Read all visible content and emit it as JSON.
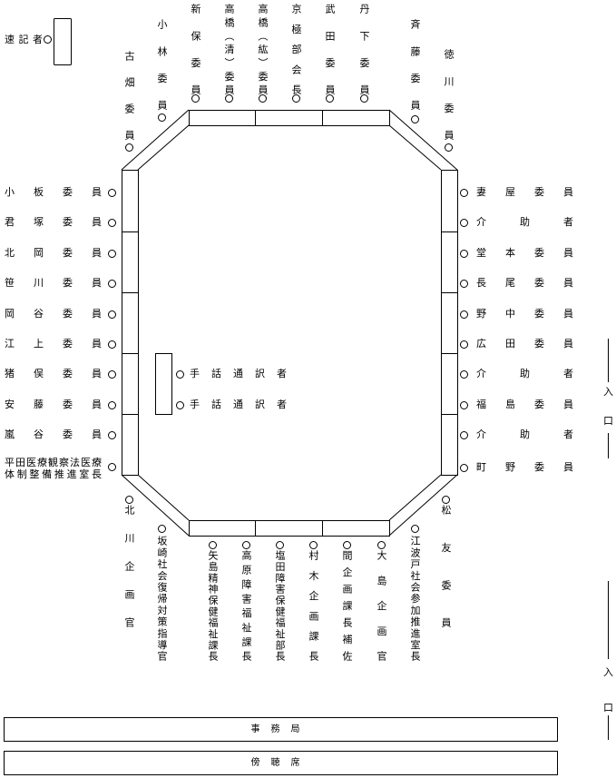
{
  "stenographer": "速記者",
  "top_seats": [
    {
      "name": "古畑委員"
    },
    {
      "name": "小林委員"
    },
    {
      "name": "新保委員"
    },
    {
      "name": "高橋（清）委員"
    },
    {
      "name": "高橋（紘）委員"
    },
    {
      "name": "京極部会長"
    },
    {
      "name": "武田委員"
    },
    {
      "name": "丹下委員"
    },
    {
      "name": "斉藤委員"
    },
    {
      "name": "徳川委員"
    }
  ],
  "left_seats": [
    "小板委員",
    "君塚委員",
    "北岡委員",
    "笹川委員",
    "岡谷委員",
    "江上委員",
    "猪俣委員",
    "安藤委員",
    "嵐谷委員"
  ],
  "left_bottom_seat": {
    "line1": "平田医療観察法医療",
    "line2": "体制整備推進室長"
  },
  "right_seats": [
    "妻屋委員",
    "介助者",
    "堂本委員",
    "長尾委員",
    "野中委員",
    "広田委員",
    "介助者",
    "福島委員",
    "介助者",
    "町野委員"
  ],
  "interpreters": [
    "手話通訳者",
    "手話通訳者"
  ],
  "bottom_seats": [
    {
      "name": "北川企画官"
    },
    {
      "name": "坂崎社会復帰対策指導官"
    },
    {
      "name": "矢島精神保健福祉課長"
    },
    {
      "name": "高原障害福祉課長"
    },
    {
      "name": "塩田障害保健福祉部長"
    },
    {
      "name": "村木企画課長"
    },
    {
      "name": "間企画課長補佐"
    },
    {
      "name": "大島企画官"
    },
    {
      "name": "江波戸社会参加推進室長"
    },
    {
      "name": "松友委員"
    }
  ],
  "entrance_label": "入口",
  "entrances": [
    {
      "char1": "入",
      "char2": "口"
    },
    {
      "char1": "入",
      "char2": "口"
    }
  ],
  "secretariat": "事務局",
  "gallery": "傍聴席"
}
